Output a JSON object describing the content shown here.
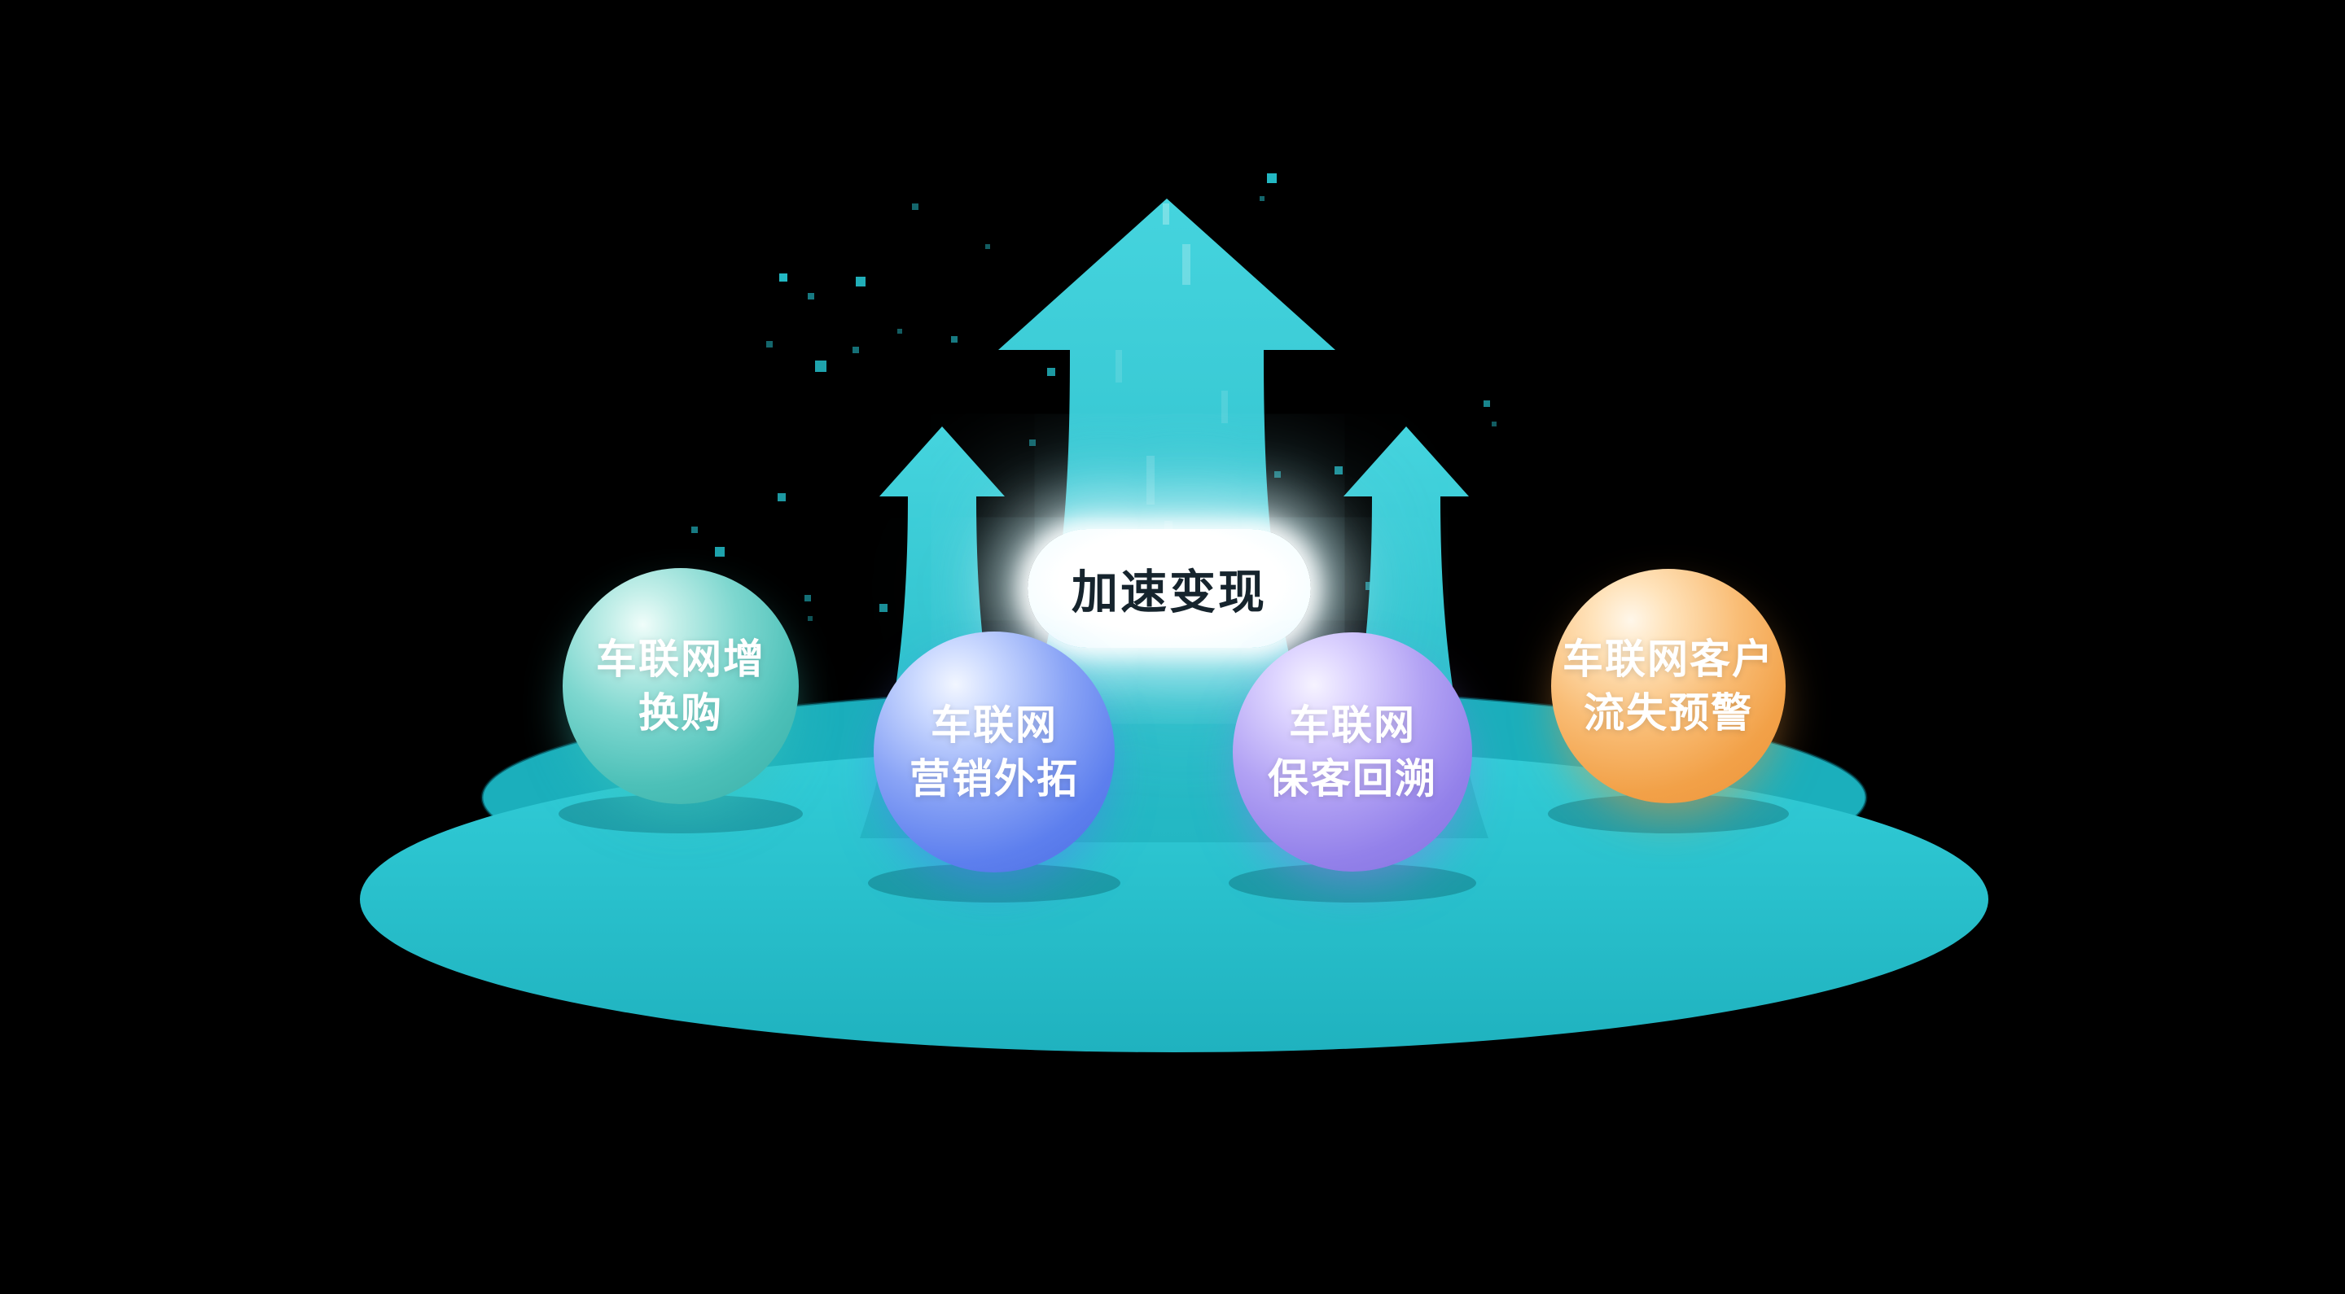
{
  "scene": {
    "center_label": {
      "text": "加速变现"
    },
    "spheres": [
      {
        "name": "iov-upgrade-repurchase",
        "line1": "车联网增",
        "line2": "换购",
        "color": "#37ada6"
      },
      {
        "name": "iov-marketing-expansion",
        "line1": "车联网",
        "line2": "营销外拓",
        "color": "#4a6ce0"
      },
      {
        "name": "iov-customer-retention",
        "line1": "车联网",
        "line2": "保客回溯",
        "color": "#8170dd"
      },
      {
        "name": "iov-churn-warning",
        "line1": "车联网客户",
        "line2": "流失预警",
        "color": "#ec923a"
      }
    ],
    "colors": {
      "background": "#000000",
      "platform_teal": "#2ac3cf",
      "arrow_teal": "#2cc2cd",
      "label_background": "#ffffff",
      "label_text": "#16242d",
      "sphere_text": "#ffffff"
    }
  }
}
